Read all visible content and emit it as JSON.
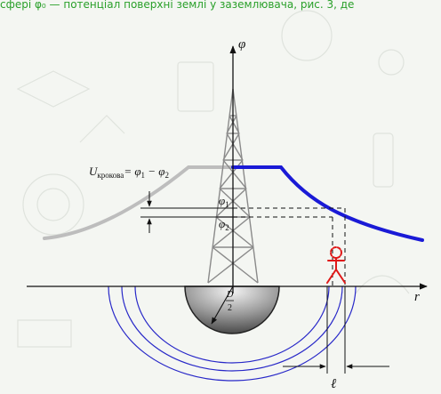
{
  "header_strip": {
    "text": "сфері φ₀ — потенціал поверхні землі у заземлювача, рис. 3, де"
  },
  "axes": {
    "y_label": "φ",
    "x_label": "r"
  },
  "labels": {
    "step_voltage_prefix": "U",
    "step_voltage_sub": "крокова",
    "step_voltage_eq": "= φ",
    "step_voltage_eq_sub1": "1",
    "step_voltage_minus": " − φ",
    "step_voltage_eq_sub2": "2",
    "phi": "φ",
    "phi1_sub": "1",
    "phi2_sub": "2",
    "radius_num": "D",
    "radius_den": "2",
    "step_length": "ℓ"
  },
  "colors": {
    "potential_curve": "#1a1ad6",
    "left_curve": "#bdbdbd",
    "tower": "#8a8a8a",
    "person": "#e01818",
    "equipotential": "#2828c8",
    "background": "#f4f6f2",
    "header_text": "#2aa02a"
  }
}
